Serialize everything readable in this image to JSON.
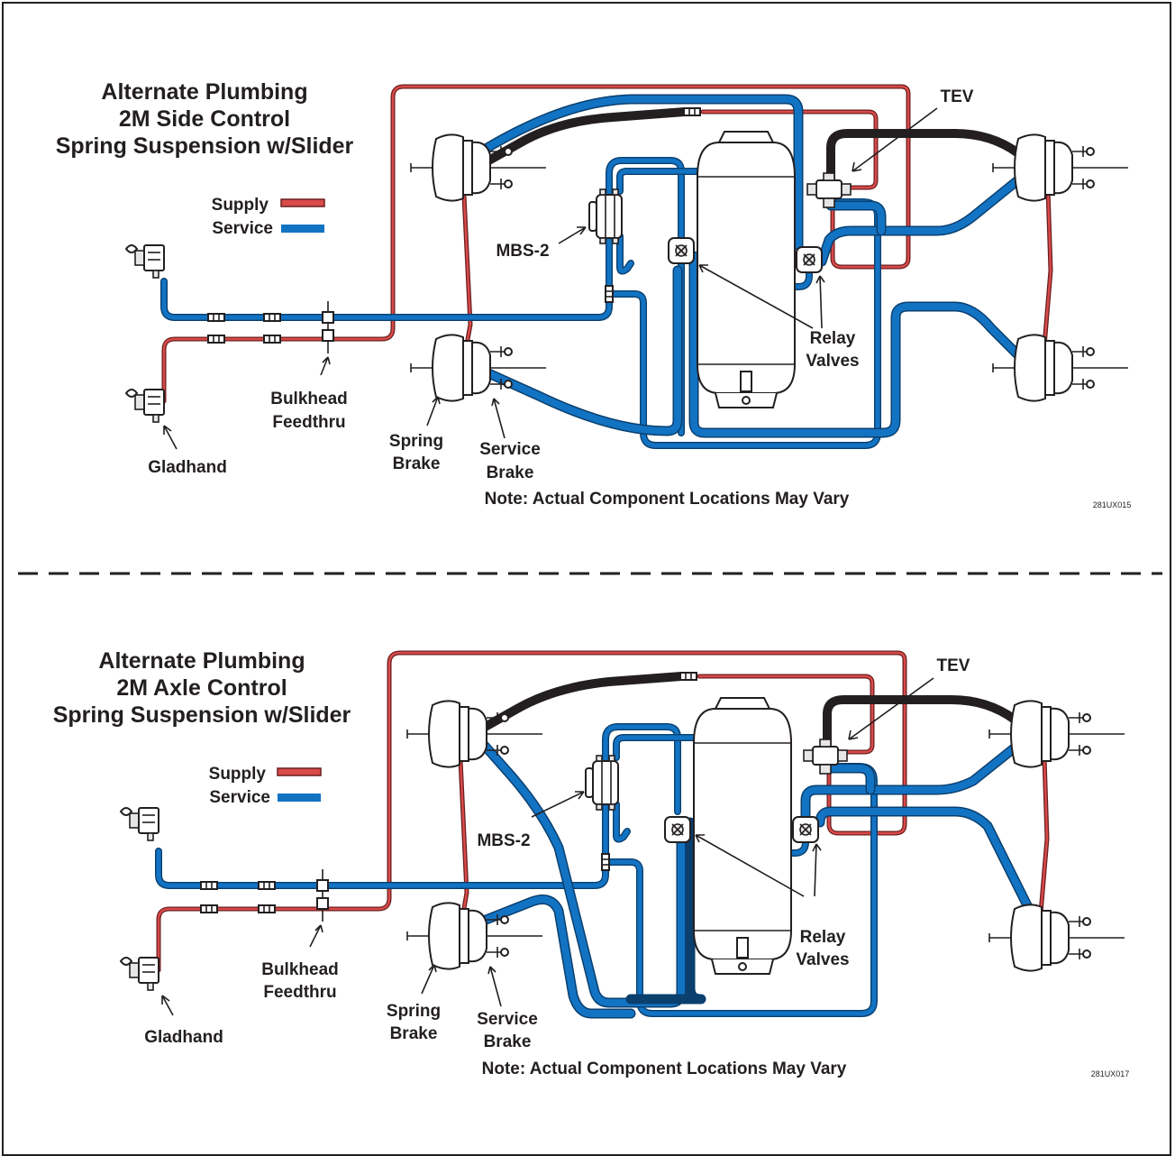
{
  "panels": [
    {
      "title_lines": [
        "Alternate Plumbing",
        "2M Side Control",
        "Spring Suspension w/Slider"
      ],
      "legend": {
        "supply": "Supply",
        "service": "Service"
      },
      "labels": {
        "tev": "TEV",
        "mbs2": "MBS-2",
        "relay_1": "Relay",
        "relay_2": "Valves",
        "bulkhead_1": "Bulkhead",
        "bulkhead_2": "Feedthru",
        "gladhand": "Gladhand",
        "spring_1": "Spring",
        "spring_2": "Brake",
        "service_1": "Service",
        "service_2": "Brake"
      },
      "note": "Note: Actual Component Locations May Vary",
      "code": "281UX015"
    },
    {
      "title_lines": [
        "Alternate Plumbing",
        "2M Axle Control",
        "Spring Suspension w/Slider"
      ],
      "legend": {
        "supply": "Supply",
        "service": "Service"
      },
      "labels": {
        "tev": "TEV",
        "mbs2": "MBS-2",
        "relay_1": "Relay",
        "relay_2": "Valves",
        "bulkhead_1": "Bulkhead",
        "bulkhead_2": "Feedthru",
        "gladhand": "Gladhand",
        "spring_1": "Spring",
        "spring_2": "Brake",
        "service_1": "Service",
        "service_2": "Brake"
      },
      "note": "Note: Actual Component Locations May Vary",
      "code": "281UX017"
    }
  ],
  "colors": {
    "supply": "#d94a4a",
    "service": "#1373c3",
    "hose": "#231f20",
    "divider": "#231f20"
  }
}
